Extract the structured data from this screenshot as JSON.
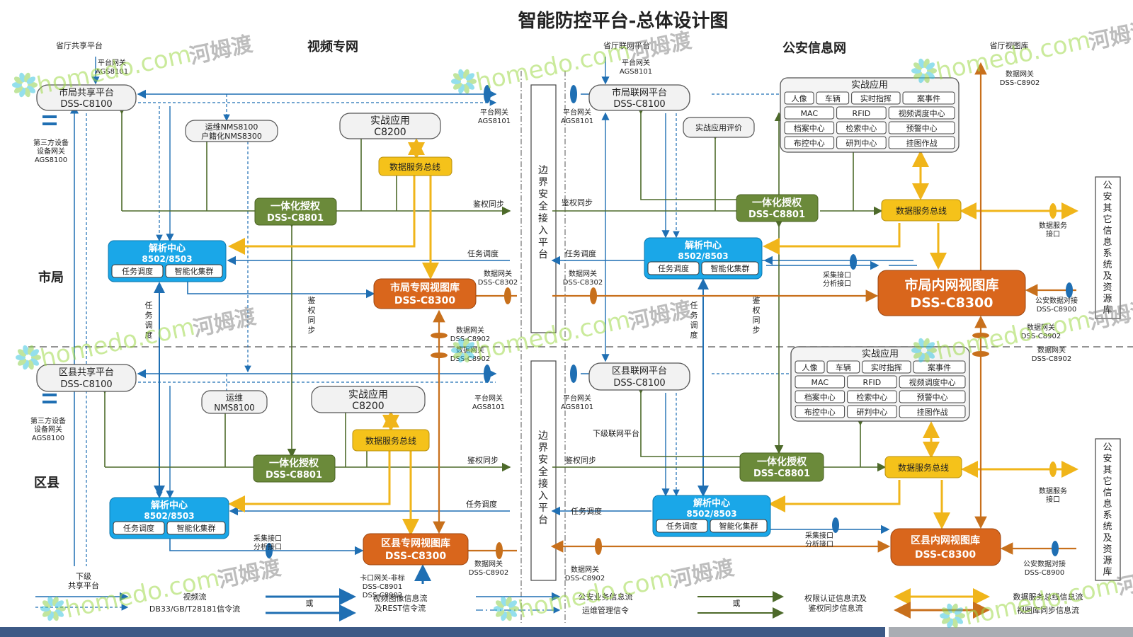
{
  "title": "智能防控平台-总体设计图",
  "sections": {
    "video_net": "视频专网",
    "police_net": "公安信息网",
    "city": "市局",
    "county": "区县"
  },
  "boundary_label": "边界安全接入平台",
  "external_label": "公安其它信息系统及资源库",
  "top_labels": {
    "prov_share": "省厅共享平台",
    "prov_link": "省厅联网平台",
    "prov_view": "省厅视图库",
    "lower_share": "下级\n共享平台",
    "lower_link": "下级联网平台"
  },
  "nodes": {
    "city_share": {
      "title": "市局共享平台",
      "sub": "DSS-C8100"
    },
    "county_share": {
      "title": "区县共享平台",
      "sub": "DSS-C8100"
    },
    "ops_city": {
      "title": "运维NMS8100",
      "sub": "户籍化NMS8300"
    },
    "ops_county": {
      "title": "运维",
      "sub": "NMS8100"
    },
    "app_city": {
      "title": "实战应用",
      "sub": "C8200"
    },
    "app_county": {
      "title": "实战应用",
      "sub": "C8200"
    },
    "dsb": "数据服务总线",
    "auth": {
      "title": "一体化授权",
      "sub": "DSS-C8801"
    },
    "analysis": {
      "title": "解析中心",
      "sub": "8502/8503",
      "btn1": "任务调度",
      "btn2": "智能化集群"
    },
    "city_vid_lib": {
      "title": "市局专网视图库",
      "sub": "DSS-C8300"
    },
    "county_vid_lib": {
      "title": "区县专网视图库",
      "sub": "DSS-C8300"
    },
    "city_link": {
      "title": "市局联网平台",
      "sub": "DSS-C8100"
    },
    "county_link": {
      "title": "区县联网平台",
      "sub": "DSS-C8100"
    },
    "eval": "实战应用评价",
    "city_in_lib": {
      "title": "市局内网视图库",
      "sub": "DSS-C8300"
    },
    "county_in_lib": {
      "title": "区县内网视图库",
      "sub": "DSS-C8300"
    },
    "apps_panel": {
      "title": "实战应用",
      "row1": [
        "人像",
        "车辆",
        "实时指挥",
        "案事件"
      ],
      "row2": [
        "MAC",
        "RFID",
        "视频调度中心"
      ],
      "row3": [
        "档案中心",
        "检索中心",
        "预警中心"
      ],
      "row4": [
        "布控中心",
        "研判中心",
        "挂图作战"
      ]
    }
  },
  "gateways": {
    "ags_top": "平台网关\nAGS8101",
    "ags_mid": "平台网关\nAGS8101",
    "ags_third": "第三方设备\n设备网关\nAGS8100",
    "c8302": "数据网关\nDSS-C8302",
    "c8902": "数据网关\nDSS-C8902",
    "c8900": "公安数据对接\nDSS-C8900",
    "c8901": "卡口网关-非标\nDSS-C8901\nDSS-C8902",
    "collect": "采集接口\n分析接口",
    "data_svc": "数据服务\n接口"
  },
  "flow_labels": {
    "auth_sync": "鉴权同步",
    "task_sched": "任务调度",
    "task_v": "任务调度",
    "auth_v": "鉴权同步"
  },
  "legend": {
    "video": "视频流",
    "signal": "DB33/GB/T28181信令流",
    "or1": "或",
    "img_flow": "视频图像信息流\n及REST信令流",
    "biz": "公安业务信息流",
    "ops": "运维管理信令",
    "or2": "或",
    "auth": "权限认证信息流及\n鉴权同步信息流",
    "dsb": "数据服务总线信息流",
    "lib": "视图库同步信息流"
  },
  "watermark": {
    "brand": "homedo.com",
    "cn": "河姆渡"
  },
  "colors": {
    "blue_box": "#1aa7e8",
    "green_box": "#6b8a3a",
    "orange_box": "#d9661c",
    "yellow_box": "#f5c21a",
    "arrow_blue": "#1f6fb3",
    "arrow_green": "#4d6a2a",
    "arrow_yellow": "#f0b51a",
    "arrow_orange": "#c8701c"
  }
}
